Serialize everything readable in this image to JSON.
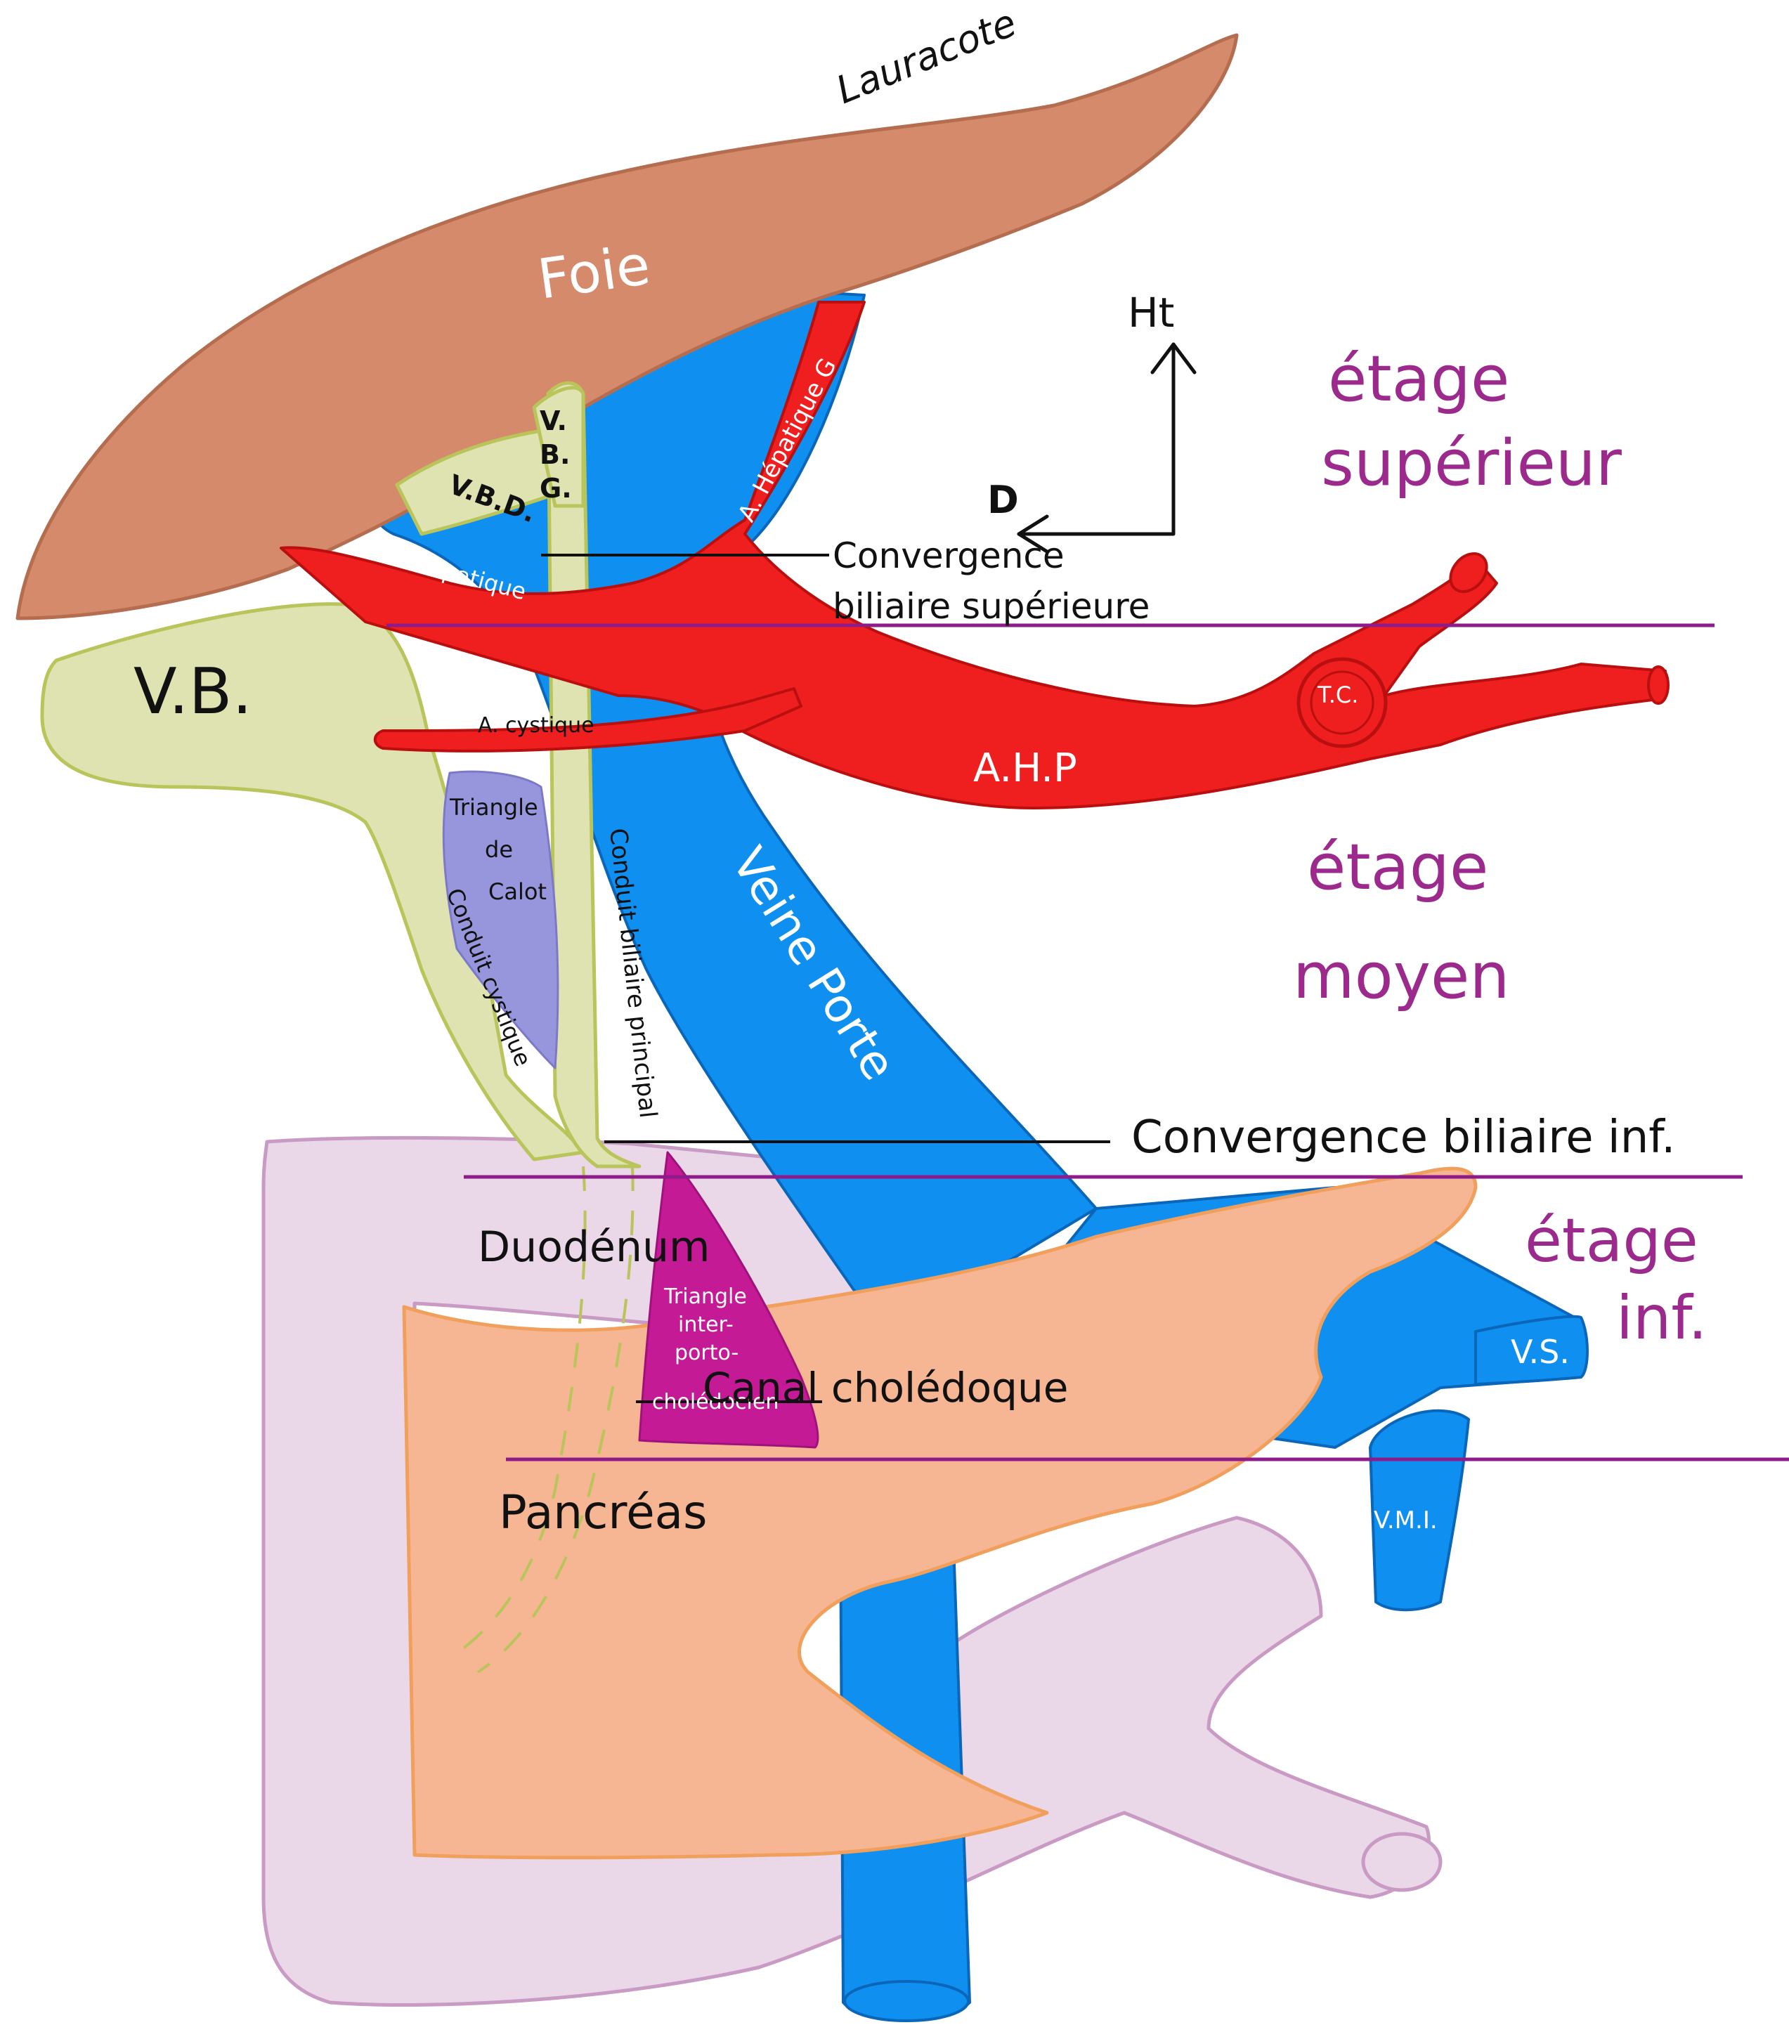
{
  "colors": {
    "liver": "#d58a6b",
    "liver_stroke": "#b56d50",
    "bile": "#dfe3b2",
    "bile_stroke": "#b9c45a",
    "artery": "#f01f1f",
    "artery_stroke": "#b90f0f",
    "vein": "#0f90f0",
    "vein_stroke": "#0a66b8",
    "duodenum": "#ead7e8",
    "duodenum_stroke": "#c89ac4",
    "pancreas": "#f7b693",
    "pancreas_stroke": "#f0a05c",
    "calot": "#9796dc",
    "interporto": "#c41a96",
    "level_line": "#8e1b8a",
    "text": "#111111"
  },
  "labels": {
    "lauracote": "Lauracote",
    "foie": "Foie",
    "orientation_up": "Ht",
    "orientation_right": "D",
    "vbd": "V.B.D.",
    "vbg": [
      "V.",
      "B.",
      "G."
    ],
    "a_hepatique_g": "A. Hépatique G",
    "a_hepatique": "A. Hépatique",
    "convergence_sup_1": "Convergence",
    "convergence_sup_2": "biliaire supérieure",
    "vb": "V.B.",
    "a_cystique": "A. cystique",
    "ahp": "A.H.P",
    "tc": "T.C.",
    "triangle_calot": [
      "Triangle",
      "de",
      "Calot"
    ],
    "conduit_biliaire": "Conduit biliaire principal",
    "conduit_cystique": "Conduit cystique",
    "veine_porte": "Veine Porte",
    "convergence_inf": "Convergence biliaire inf.",
    "duodenum": "Duodénum",
    "triangle_interporto": [
      "Triangle",
      "inter-",
      "porto-",
      "cholédocien"
    ],
    "canal_choledoque": "Canal cholédoque",
    "pancreas": "Pancréas",
    "vs": "V.S.",
    "vmi": "V.M.I."
  },
  "levels": {
    "superieur": [
      "étage",
      "supérieur"
    ],
    "moyen": [
      "étage",
      "moyen"
    ],
    "inferieur": [
      "étage",
      "inf."
    ]
  }
}
